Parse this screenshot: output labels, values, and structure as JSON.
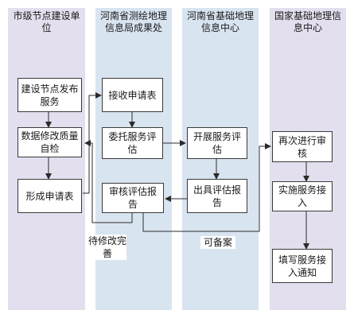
{
  "colors": {
    "lane_city": "#e3dfee",
    "lane_henan": "#d9e4f1",
    "box_border": "#3a3a3a",
    "connector": "#2b2b2b"
  },
  "lanes": [
    {
      "title": "市级节点建设单位"
    },
    {
      "title": "河南省测绘地理信息局成果处"
    },
    {
      "title": "河南省基础地理信息中心"
    },
    {
      "title": "国家基础地理信息中心"
    }
  ],
  "steps": {
    "build_publish": "建设节点发布服务",
    "data_check": "数据修改质量自检",
    "form_request": "形成申请表",
    "receive_request": "接收申请表",
    "entrust_eval": "委托服务评估",
    "review_report": "审核评估报告",
    "conduct_eval": "开展服务评估",
    "issue_report": "出具评估报告",
    "re_review": "再次进行审核",
    "implement_access": "实施服务接入",
    "fill_notice": "填写服务接入通知"
  },
  "labels": {
    "pending_fix": "待修改完善",
    "may_file": "可备案"
  }
}
